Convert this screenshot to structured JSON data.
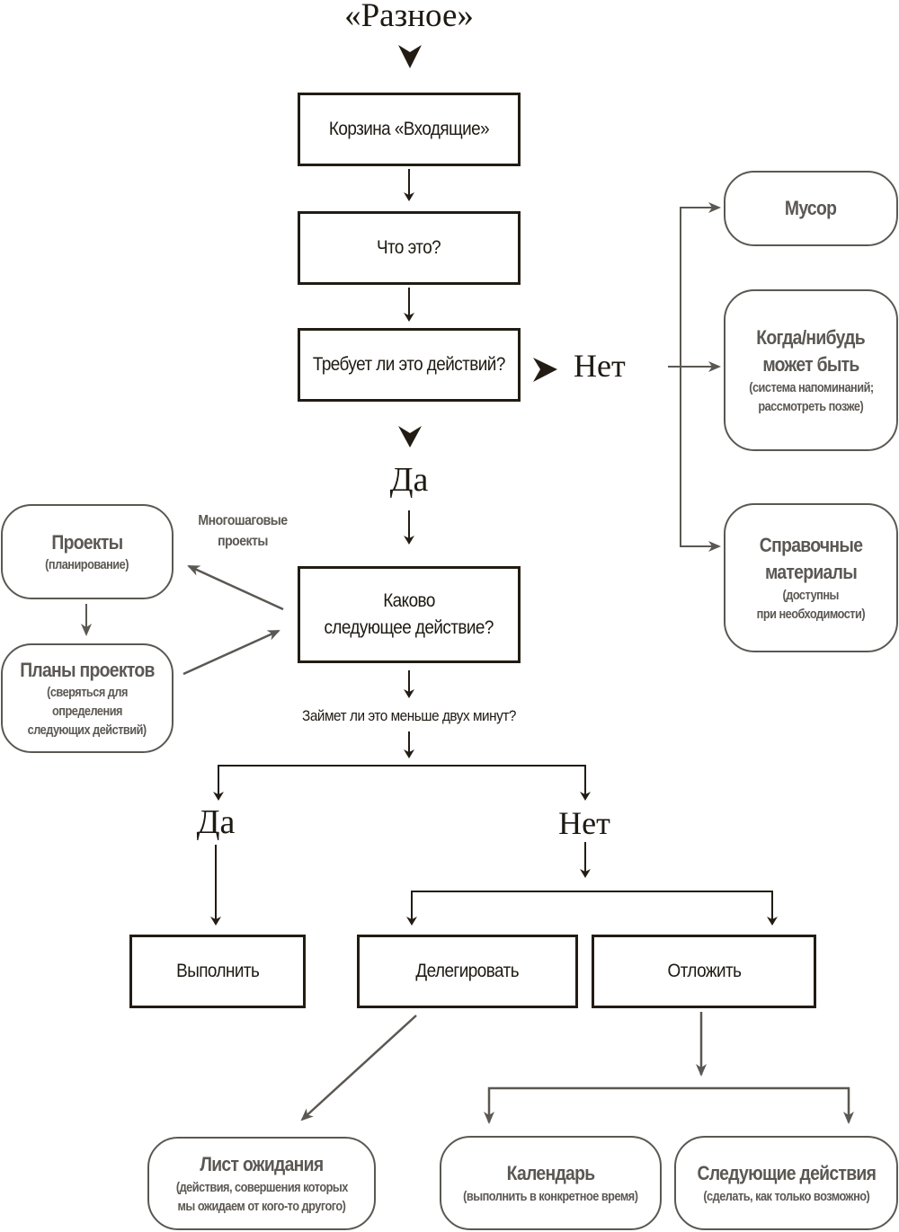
{
  "title": "«Разное»",
  "colors": {
    "primary": "#221c14",
    "secondary": "#5b5853",
    "background": "#ffffff"
  },
  "nodes": {
    "inbox": {
      "title": "Корзина «Входящие»"
    },
    "what_is_it": {
      "title": "Что это?"
    },
    "actionable": {
      "title": "Требует ли это действий?"
    },
    "trash": {
      "title": "Мусор"
    },
    "someday": {
      "title": "Когда/нибудь",
      "title2": "может быть",
      "sub1": "(система напоминаний;",
      "sub2": "рассмотреть позже)"
    },
    "reference": {
      "title": "Справочные",
      "title2": "материалы",
      "sub1": "(доступны",
      "sub2": "при необходимости)"
    },
    "projects": {
      "title": "Проекты",
      "sub1": "(планирование)"
    },
    "project_plans": {
      "title": "Планы проектов",
      "sub1": "(сверяться для определения",
      "sub2": "следующих действий)"
    },
    "next_action": {
      "title": "Каково",
      "title2": "следующее действие?"
    },
    "do_it": {
      "title": "Выполнить"
    },
    "delegate": {
      "title": "Делегировать"
    },
    "defer": {
      "title": "Отложить"
    },
    "waiting": {
      "title": "Лист ожидания",
      "sub1": "(действия, совершения которых",
      "sub2": "мы ожидаем от кого-то другого)"
    },
    "calendar": {
      "title": "Календарь",
      "sub1": "(выполнить в конкретное время)"
    },
    "next_actions": {
      "title": "Следующие действия",
      "sub1": "(сделать, как только возможно)"
    }
  },
  "labels": {
    "no_actionable": "Нет",
    "yes_actionable": "Да",
    "multistep_1": "Многошаговые",
    "multistep_2": "проекты",
    "two_minutes": "Займет ли это меньше двух минут?",
    "yes_two_min": "Да",
    "no_two_min": "Нет"
  }
}
